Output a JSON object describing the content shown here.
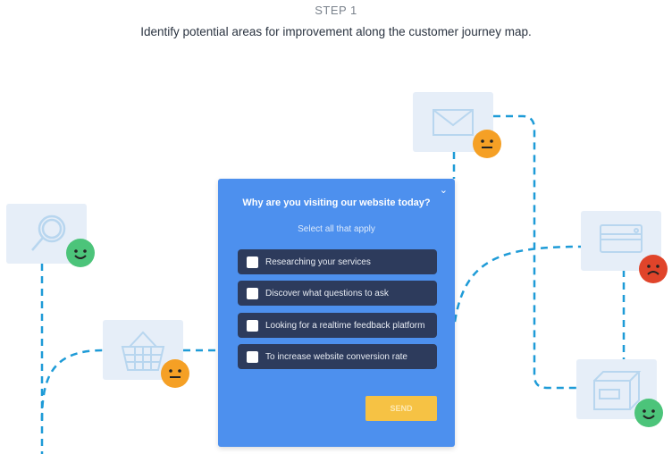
{
  "header": {
    "step": "STEP 1",
    "description": "Identify potential areas for improvement along the customer journey map."
  },
  "journey": [
    {
      "icon": "magnifier-icon",
      "sentiment": "happy"
    },
    {
      "icon": "basket-icon",
      "sentiment": "neutral"
    },
    {
      "icon": "envelope-icon",
      "sentiment": "neutral"
    },
    {
      "icon": "credit-card-icon",
      "sentiment": "sad"
    },
    {
      "icon": "box-icon",
      "sentiment": "happy"
    }
  ],
  "survey": {
    "question": "Why are you visiting our website today?",
    "instruction": "Select all that apply",
    "options": [
      {
        "label": "Researching your services",
        "checked": false
      },
      {
        "label": "Discover what questions to ask",
        "checked": false
      },
      {
        "label": "Looking for a realtime feedback platform",
        "checked": false
      },
      {
        "label": "To increase website conversion rate",
        "checked": false
      }
    ],
    "send_label": "SEND",
    "collapse_icon": "chevron-down-icon"
  },
  "colors": {
    "panel": "#4d90ee",
    "option": "#2d3b5c",
    "send": "#f6c244",
    "line": "#1e9bd7",
    "happy": "#4cc47a",
    "neutral": "#f5a025",
    "sad": "#e0442a"
  }
}
